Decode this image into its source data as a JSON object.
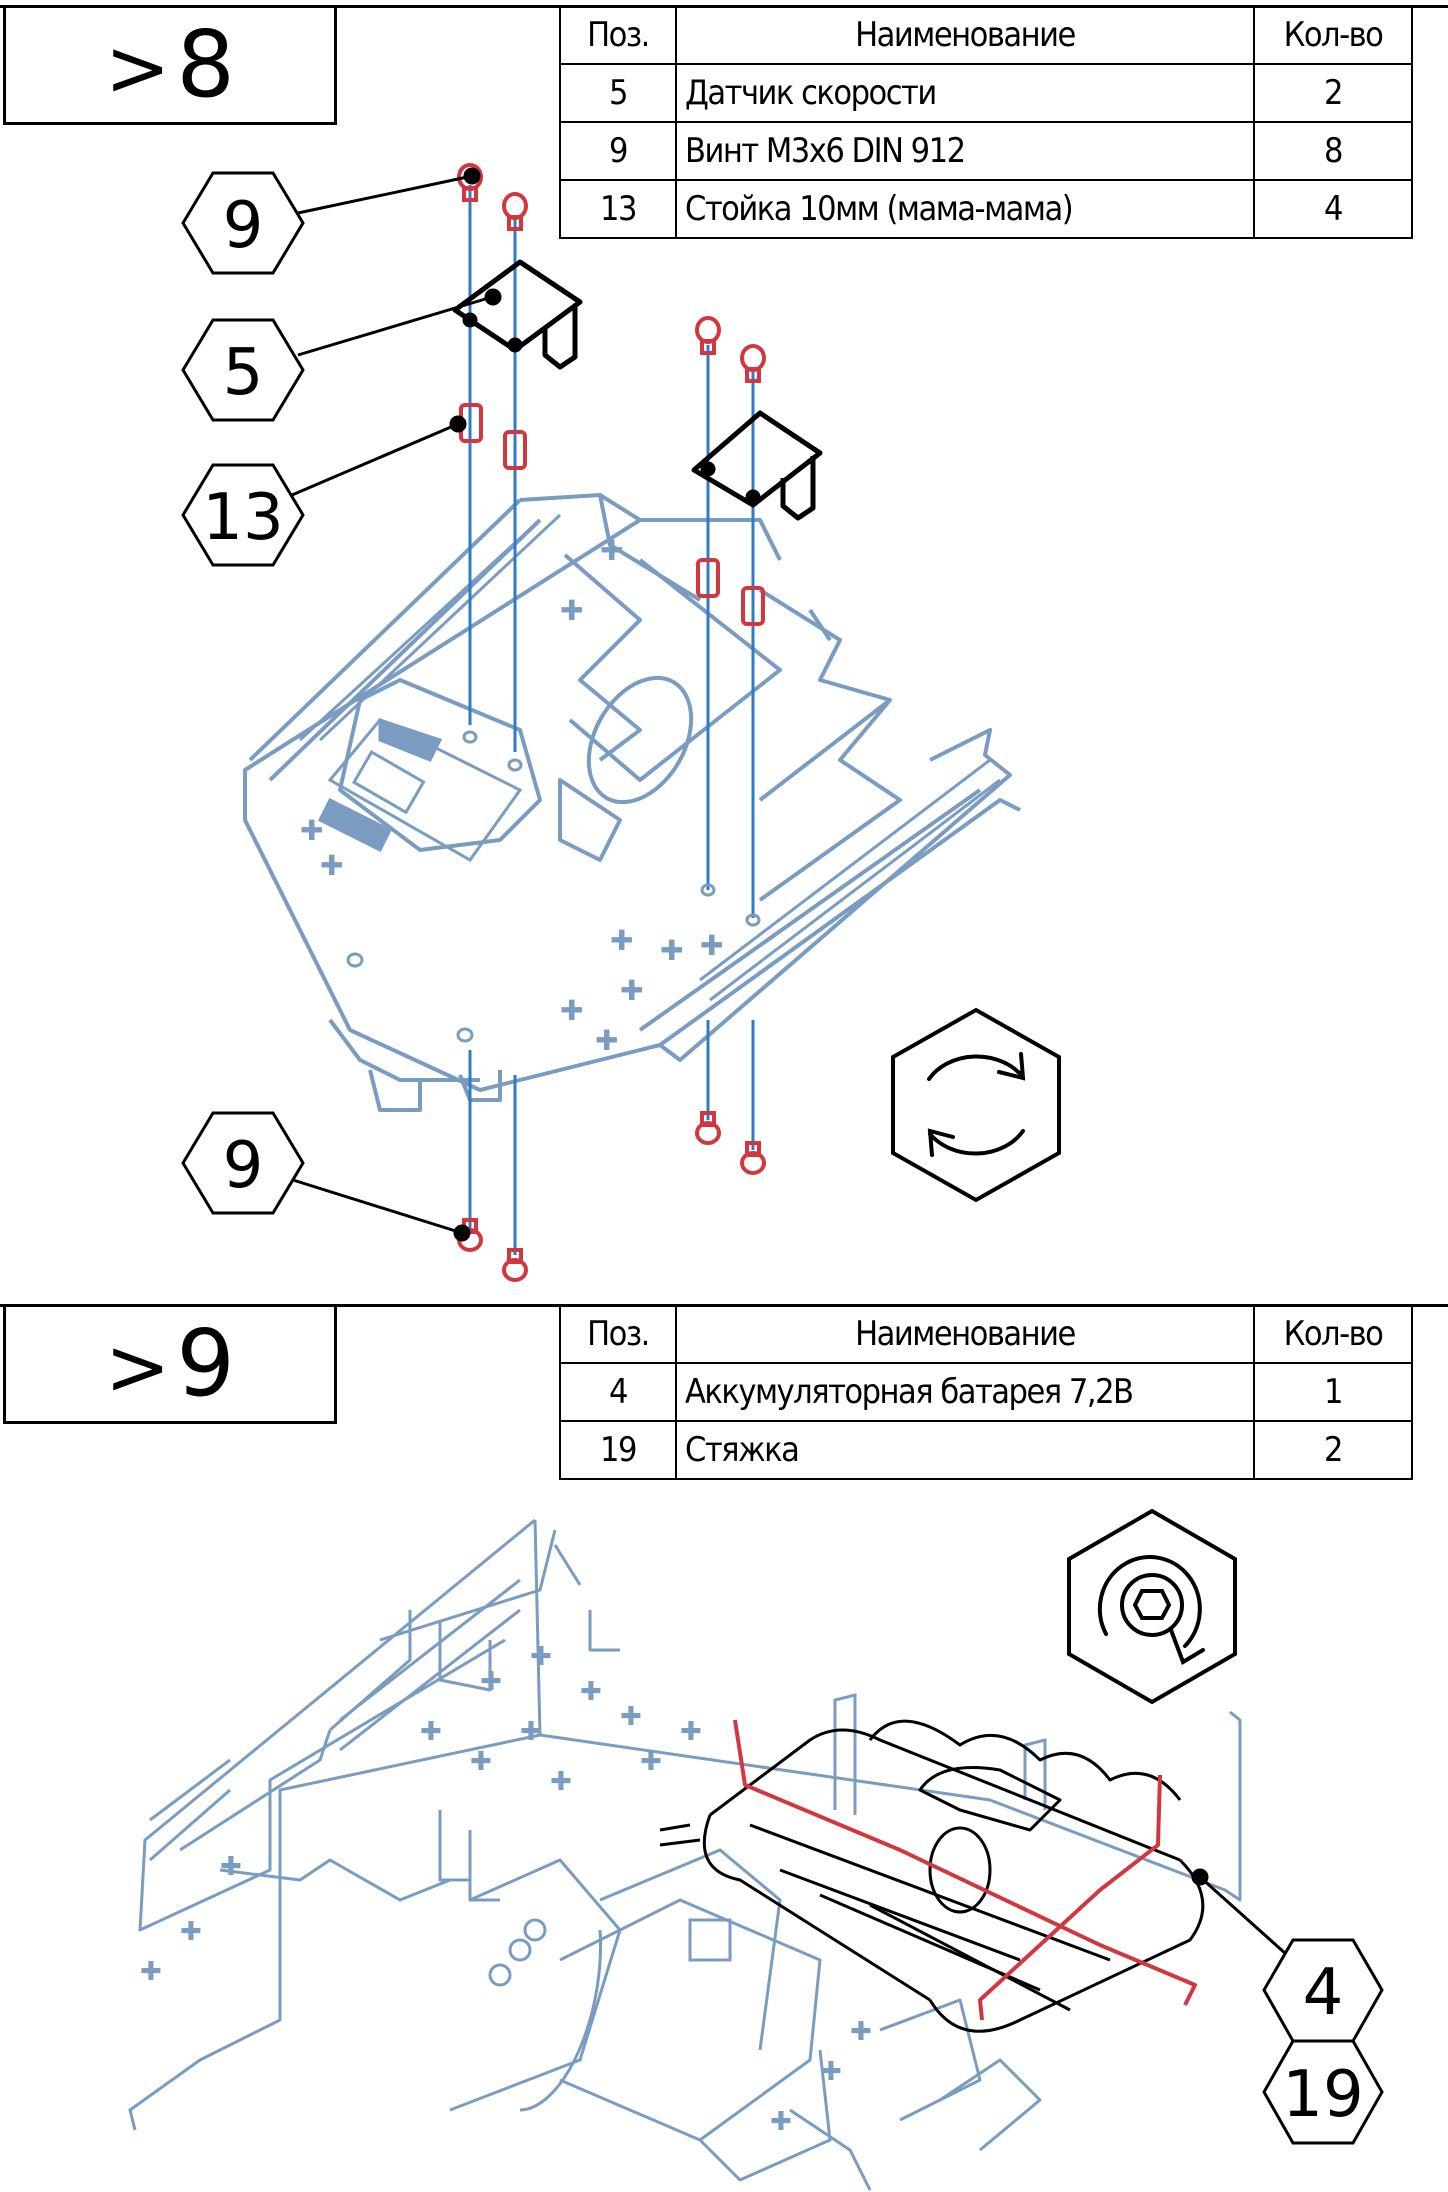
{
  "steps": [
    {
      "number_prefix": ">",
      "number": "8",
      "table": {
        "headers": {
          "pos": "Поз.",
          "name": "Наименование",
          "qty": "Кол-во"
        },
        "rows": [
          {
            "pos": "5",
            "name": "Датчик скорости",
            "qty": "2"
          },
          {
            "pos": "9",
            "name": "Винт М3х6 DIN 912",
            "qty": "8"
          },
          {
            "pos": "13",
            "name": "Стойка 10мм (мама-мама)",
            "qty": "4"
          }
        ]
      },
      "callouts": [
        "9",
        "5",
        "13",
        "9"
      ],
      "icon": "rotate-flip-icon"
    },
    {
      "number_prefix": ">",
      "number": "9",
      "table": {
        "headers": {
          "pos": "Поз.",
          "name": "Наименование",
          "qty": "Кол-во"
        },
        "rows": [
          {
            "pos": "4",
            "name": "Аккумуляторная батарея 7,2В",
            "qty": "1"
          },
          {
            "pos": "19",
            "name": "Стяжка",
            "qty": "2"
          }
        ]
      },
      "callouts": [
        "4",
        "19"
      ],
      "icon": "hex-screw-rotate-icon"
    }
  ],
  "colors": {
    "chassis": "#7a9cc0",
    "axis_line": "#2f7bc4",
    "fastener": "#d0373f",
    "ink": "#000000"
  }
}
